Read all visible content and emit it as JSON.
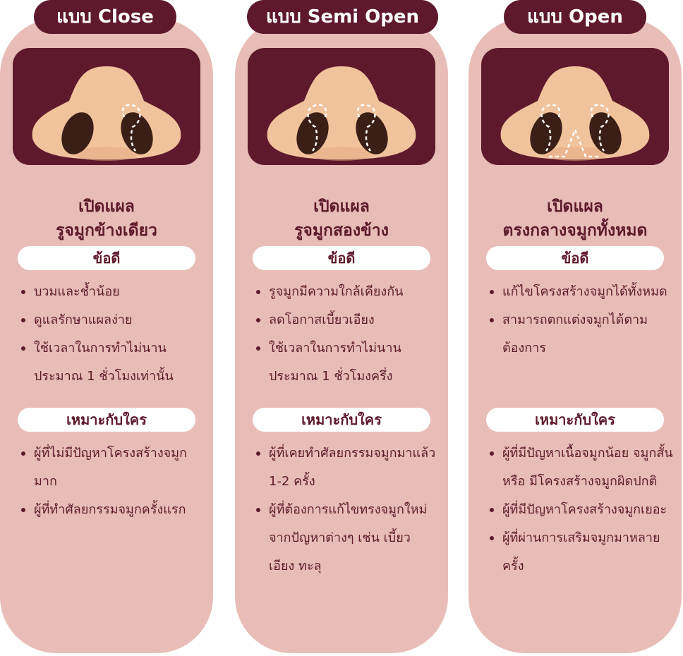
{
  "columns": [
    {
      "title": "แบบ Close",
      "heading_line1": "เปิดแผล",
      "heading_line2": "รูจมูกข้างเดียว",
      "pros_label": "ข้อดี",
      "pros": [
        "บวมและช้ำน้อย",
        "ดูแลรักษาแผลง่าย",
        "ใช้เวลาในการทำไม่นาน ประมาณ 1 ชั่วโมงเท่านั้น"
      ],
      "suitable_label": "เหมาะกับใคร",
      "suitable": [
        "ผู้ที่ไม่มีปัญหาโครงสร้างจมูกมาก",
        "ผู้ที่ทำศัลยกรรมจมูกครั้งแรก"
      ]
    },
    {
      "title": "แบบ Semi Open",
      "heading_line1": "เปิดแผล",
      "heading_line2": "รูจมูกสองข้าง",
      "pros_label": "ข้อดี",
      "pros": [
        "รูจมูกมีความใกล้เคียงกัน",
        "ลดโอกาสเบี้ยวเอียง",
        "ใช้เวลาในการทำไม่นาน ประมาณ 1 ชั่วโมงครึ่ง"
      ],
      "suitable_label": "เหมาะกับใคร",
      "suitable": [
        "ผู้ที่เคยทำศัลยกรรมจมูกมาแล้ว 1-2 ครั้ง",
        "ผู้ที่ต้องการแก้ไขทรงจมูกใหม่จากปัญหาต่างๆ เช่น เบี้ยว เอียง ทะลุ"
      ]
    },
    {
      "title": "แบบ Open",
      "heading_line1": "เปิดแผล",
      "heading_line2": "ตรงกลางจมูกทั้งหมด",
      "pros_label": "ข้อดี",
      "pros": [
        "แก้ไขโครงสร้างจมูกได้ทั้งหมด",
        "สามารถตกแต่งจมูกได้ตามต้องการ"
      ],
      "suitable_label": "เหมาะกับใคร",
      "suitable": [
        "ผู้ที่มีปัญหาเนื้อจมูกน้อย จมูกสั้น หรือ มีโครงสร้างจมูกผิดปกติ",
        "ผู้ที่มีปัญหาโครงสร้างจมูกเยอะ",
        "ผู้ที่ผ่านการเสริมจมูกมาหลายครั้ง"
      ]
    }
  ],
  "illustrations": [
    {
      "name": "nose-close-icon"
    },
    {
      "name": "nose-semi-open-icon"
    },
    {
      "name": "nose-open-icon"
    }
  ],
  "colors": {
    "brand": "#5e1a2c",
    "card": "#e8bdb7",
    "skin": "#f1c39c",
    "nostril": "#3b1f16"
  }
}
